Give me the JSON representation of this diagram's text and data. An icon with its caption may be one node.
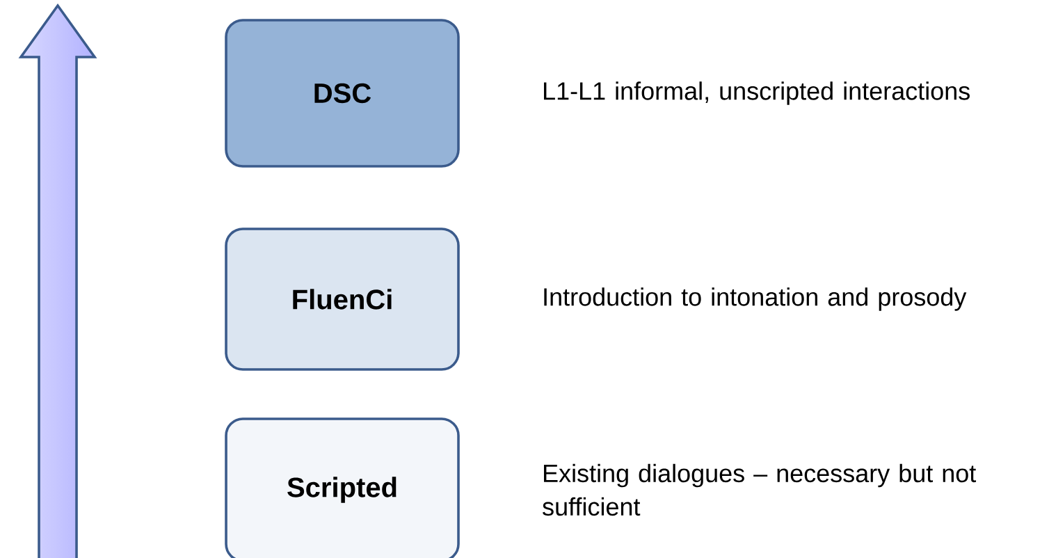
{
  "diagram": {
    "nodes": [
      {
        "text": [
          "DSC"
        ],
        "beside": [
          "L1-L1 informal, unscripted interactions"
        ]
      },
      {
        "text": [
          "FluenCi"
        ],
        "beside": [
          "Introduction to intonation and prosody"
        ]
      },
      {
        "text": [
          "Scripted"
        ],
        "beside": [
          "Existing dialogues – necessary but not sufficient"
        ]
      }
    ]
  }
}
